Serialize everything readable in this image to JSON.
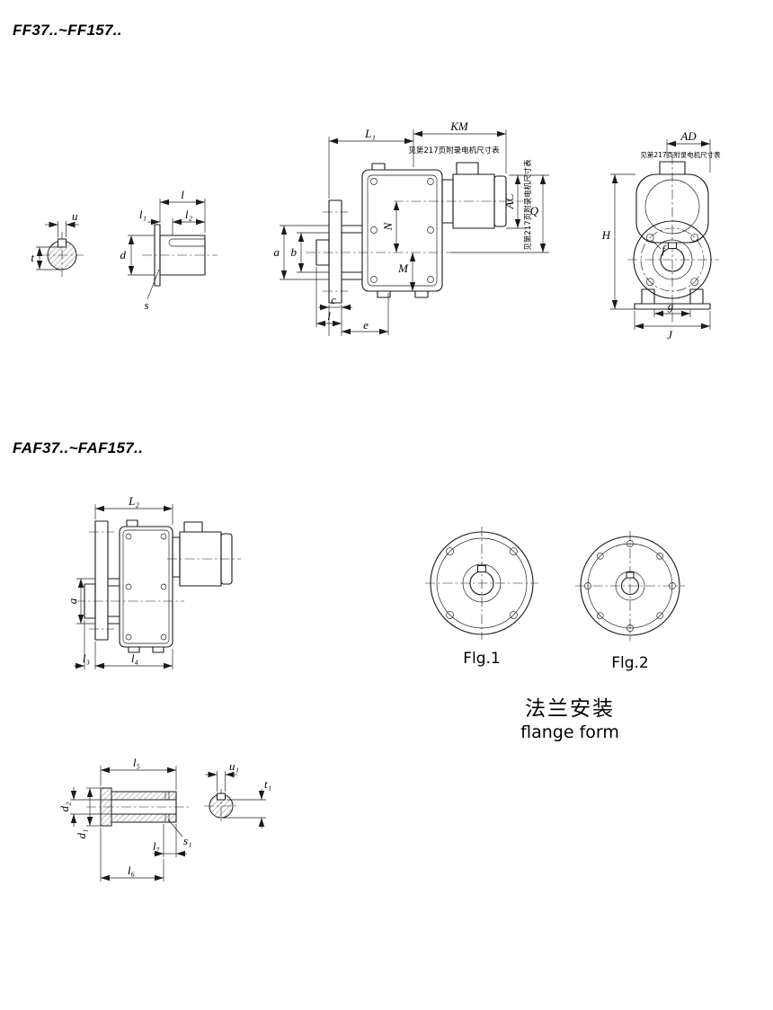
{
  "page": {
    "title1": "FF37..~FF157..",
    "title2": "FAF37..~FAF157.."
  },
  "notes": {
    "motor_dim": "见第217页附录电机尺寸表"
  },
  "ff": {
    "u": "u",
    "t": "t",
    "l": "l",
    "l1": "l₁",
    "l2": "l₂",
    "d": "d",
    "s": "s",
    "L1": "L₁",
    "KM": "KM",
    "AC": "AC",
    "Q": "Q",
    "N": "N",
    "M": "M",
    "a": "a",
    "b": "b",
    "c": "c",
    "l_bottom": "l",
    "e": "e",
    "AD": "AD",
    "H": "H",
    "f": "f",
    "g": "g",
    "J": "J"
  },
  "faf": {
    "L2": "L₂",
    "a": "a",
    "l3": "l₃",
    "l4": "l₄",
    "l5": "l₅",
    "l6": "l₆",
    "l7": "l₇",
    "d1": "d₁",
    "d2": "d₂",
    "s1": "s₁",
    "u1": "u₁",
    "t1": "t₁"
  },
  "flange": {
    "fig1": "Flg.1",
    "fig2": "Flg.2",
    "caption_zh": "法兰安装",
    "caption_en": "flange form"
  }
}
